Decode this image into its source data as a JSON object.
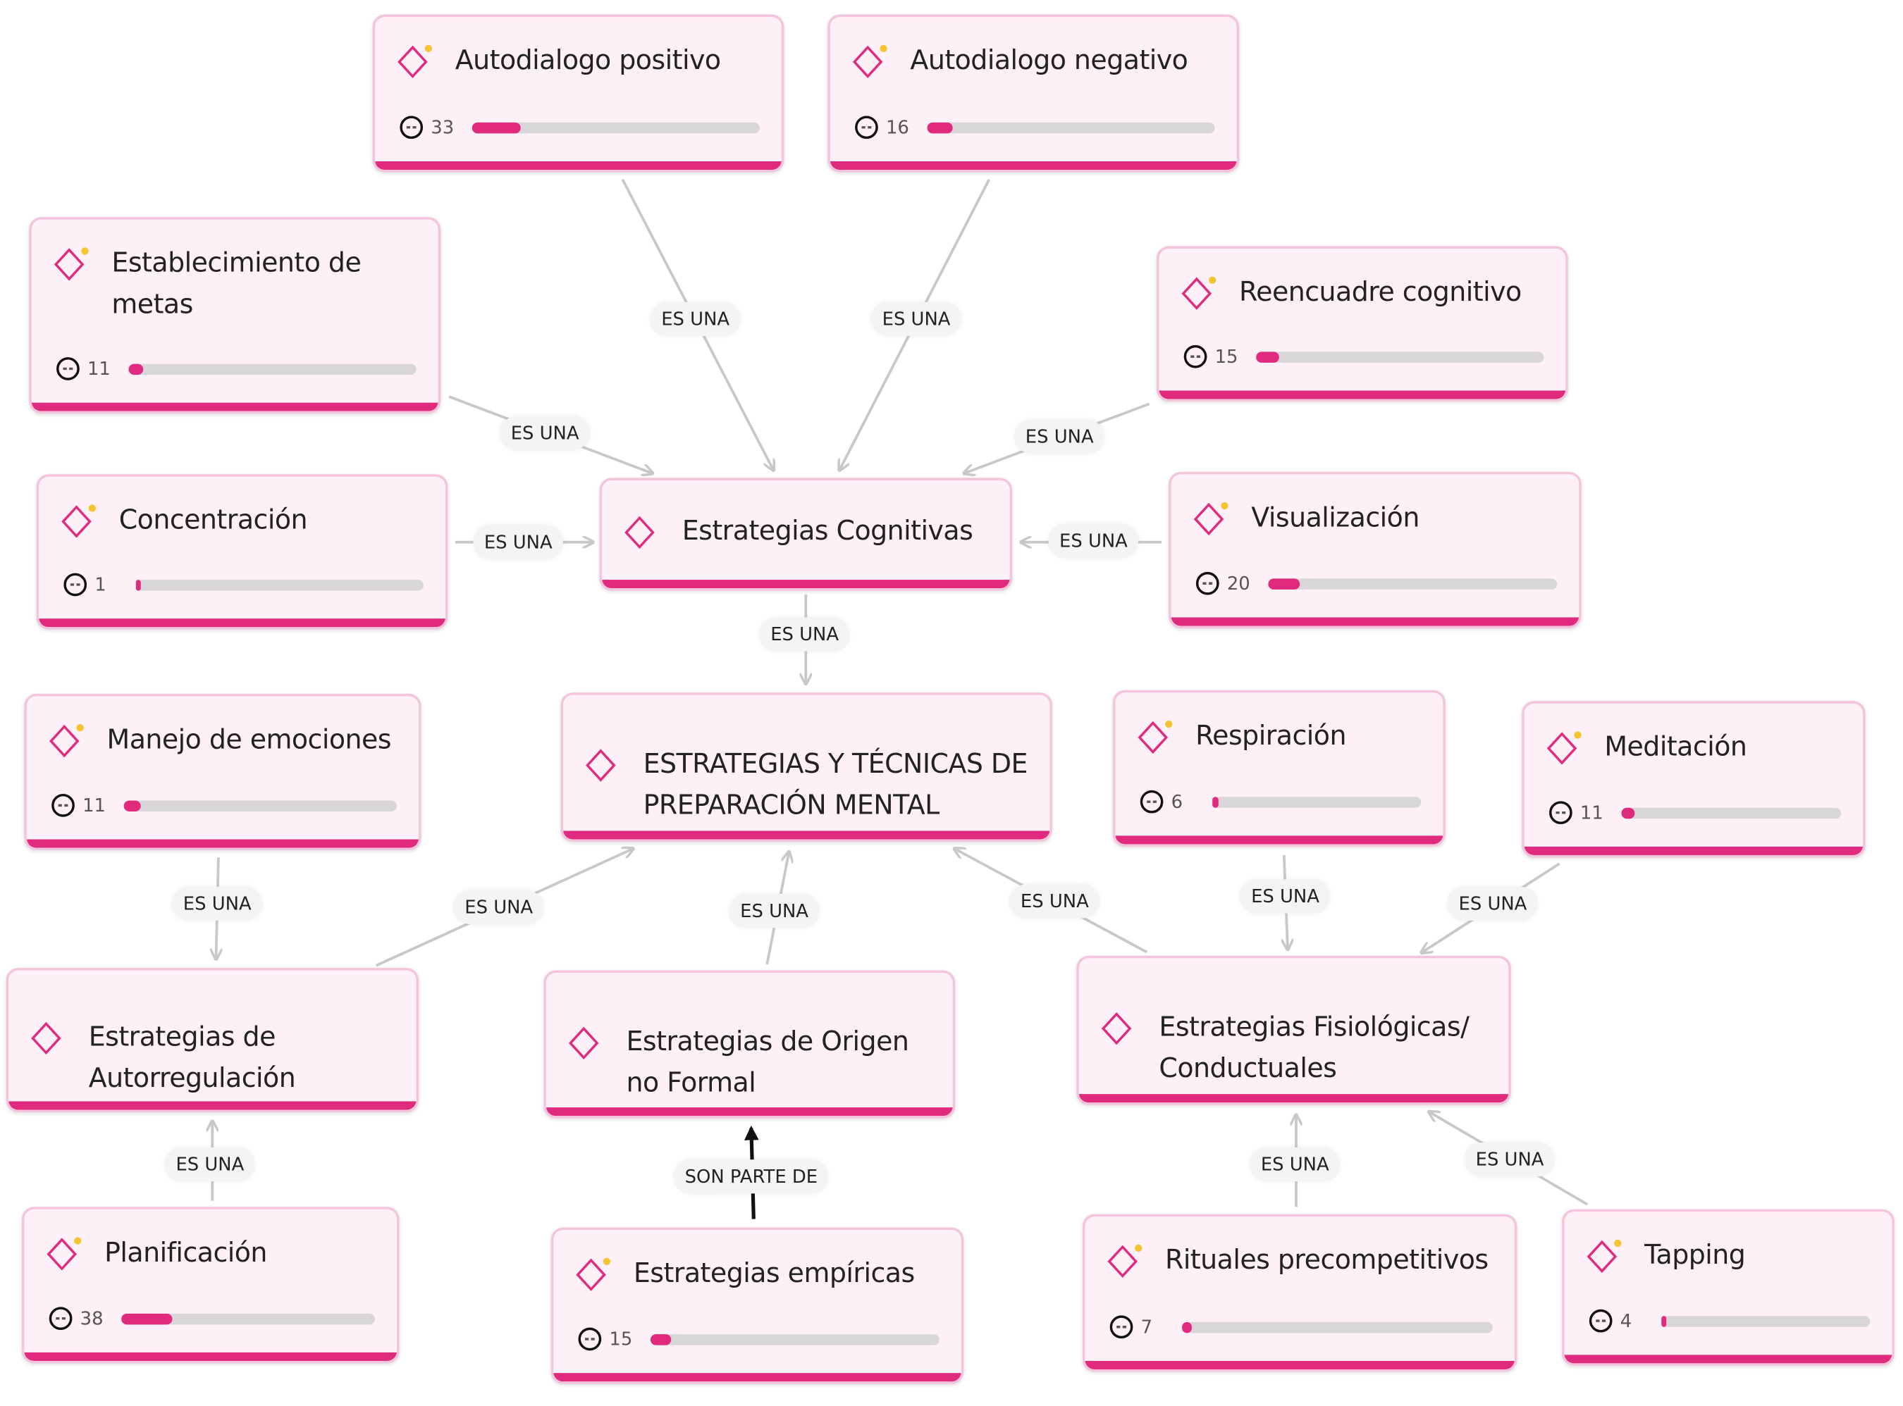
{
  "colors": {
    "accent": "#e02a7e",
    "card_bg": "#fdf0f7",
    "card_border": "#f4c4dc",
    "track": "#d9d6d9",
    "badge_dot": "#f5c431",
    "edge": "#c8c8c8",
    "edge_strong": "#111111"
  },
  "nodes": [
    {
      "title": "Autodialogo positivo",
      "count": "33",
      "progress": 0.17,
      "icon": "diamond-icon",
      "badge": true
    },
    {
      "title": "Autodialogo negativo",
      "count": "16",
      "progress": 0.09,
      "icon": "diamond-icon",
      "badge": true
    },
    {
      "title": "Establecimiento de metas",
      "count": "11",
      "progress": 0.05,
      "icon": "diamond-icon",
      "badge": true
    },
    {
      "title": "Reencuadre cognitivo",
      "count": "15",
      "progress": 0.08,
      "icon": "diamond-icon",
      "badge": true
    },
    {
      "title": "Concentración",
      "count": "1",
      "progress": 0.01,
      "icon": "diamond-icon",
      "badge": true
    },
    {
      "title": "Estrategias Cognitivas",
      "icon": "diamond-icon",
      "badge": false
    },
    {
      "title": "Visualización",
      "count": "20",
      "progress": 0.11,
      "icon": "diamond-icon",
      "badge": true
    },
    {
      "title": "Manejo de emociones",
      "count": "11",
      "progress": 0.06,
      "icon": "diamond-icon",
      "badge": true
    },
    {
      "title": "ESTRATEGIAS Y TÉCNICAS DE PREPARACIÓN MENTAL",
      "icon": "diamond-icon",
      "badge": false
    },
    {
      "title": "Respiración",
      "count": "6",
      "progress": 0.03,
      "icon": "diamond-icon",
      "badge": true
    },
    {
      "title": "Meditación",
      "count": "11",
      "progress": 0.06,
      "icon": "diamond-icon",
      "badge": true
    },
    {
      "title": "Estrategias de Autorregulación",
      "icon": "diamond-icon",
      "badge": false
    },
    {
      "title": "Estrategias de Origen no Formal",
      "icon": "diamond-icon",
      "badge": false
    },
    {
      "title": "Estrategias Fisiológicas/ Conductuales",
      "icon": "diamond-icon",
      "badge": false
    },
    {
      "title": "Planificación",
      "count": "38",
      "progress": 0.2,
      "icon": "diamond-icon",
      "badge": true
    },
    {
      "title": "Estrategias empíricas",
      "count": "15",
      "progress": 0.07,
      "icon": "diamond-icon",
      "badge": true
    },
    {
      "title": "Rituales precompetitivos",
      "count": "7",
      "progress": 0.03,
      "icon": "diamond-icon",
      "badge": true
    },
    {
      "title": "Tapping",
      "count": "4",
      "progress": 0.01,
      "icon": "diamond-icon",
      "badge": true
    }
  ],
  "edges": [
    {
      "from": "Autodialogo positivo",
      "to": "Estrategias Cognitivas",
      "label": "ES UNA"
    },
    {
      "from": "Autodialogo negativo",
      "to": "Estrategias Cognitivas",
      "label": "ES UNA"
    },
    {
      "from": "Establecimiento de metas",
      "to": "Estrategias Cognitivas",
      "label": "ES UNA"
    },
    {
      "from": "Reencuadre cognitivo",
      "to": "Estrategias Cognitivas",
      "label": "ES UNA"
    },
    {
      "from": "Concentración",
      "to": "Estrategias Cognitivas",
      "label": "ES UNA"
    },
    {
      "from": "Visualización",
      "to": "Estrategias Cognitivas",
      "label": "ES UNA"
    },
    {
      "from": "Estrategias Cognitivas",
      "to": "ESTRATEGIAS Y TÉCNICAS DE PREPARACIÓN MENTAL",
      "label": "ES UNA"
    },
    {
      "from": "Manejo de emociones",
      "to": "Estrategias de Autorregulación",
      "label": "ES UNA"
    },
    {
      "from": "Estrategias de Autorregulación",
      "to": "ESTRATEGIAS Y TÉCNICAS DE PREPARACIÓN MENTAL",
      "label": "ES UNA"
    },
    {
      "from": "Estrategias de Origen no Formal",
      "to": "ESTRATEGIAS Y TÉCNICAS DE PREPARACIÓN MENTAL",
      "label": "ES UNA"
    },
    {
      "from": "Estrategias Fisiológicas/ Conductuales",
      "to": "ESTRATEGIAS Y TÉCNICAS DE PREPARACIÓN MENTAL",
      "label": "ES UNA"
    },
    {
      "from": "Respiración",
      "to": "Estrategias Fisiológicas/ Conductuales",
      "label": "ES UNA"
    },
    {
      "from": "Meditación",
      "to": "Estrategias Fisiológicas/ Conductuales",
      "label": "ES UNA"
    },
    {
      "from": "Planificación",
      "to": "Estrategias de Autorregulación",
      "label": "ES UNA"
    },
    {
      "from": "Estrategias empíricas",
      "to": "Estrategias de Origen no Formal",
      "label": "SON PARTE DE",
      "strong": true
    },
    {
      "from": "Rituales precompetitivos",
      "to": "Estrategias Fisiológicas/ Conductuales",
      "label": "ES UNA"
    },
    {
      "from": "Tapping",
      "to": "Estrategias Fisiológicas/ Conductuales",
      "label": "ES UNA"
    }
  ]
}
